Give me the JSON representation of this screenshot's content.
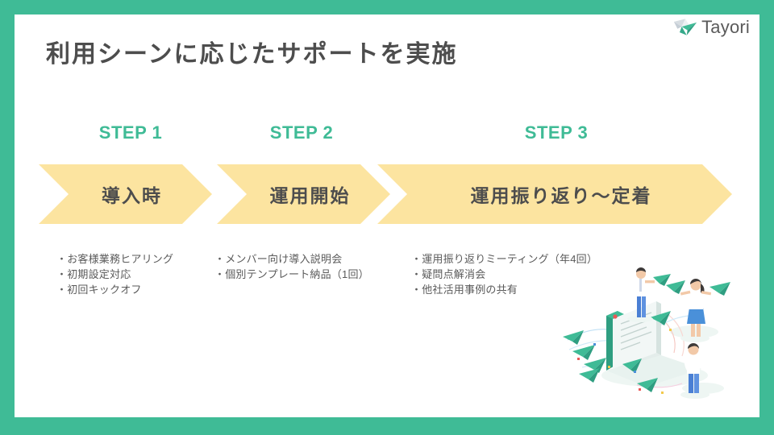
{
  "slide": {
    "border_color": "#3fbb96",
    "background_color": "#ffffff",
    "title": "利用シーンに応じたサポートを実施"
  },
  "logo": {
    "wordmark": "Tayori",
    "icon": "paper-plane-icon",
    "icon_colors": [
      "#d7dde2",
      "#3fbb96",
      "#2f9e81"
    ],
    "text_color": "#5a5a5a"
  },
  "steps": [
    {
      "label": "STEP 1",
      "banner": "導入時",
      "bullets": [
        "・お客様業務ヒアリング",
        "・初期設定対応",
        "・初回キックオフ"
      ]
    },
    {
      "label": "STEP 2",
      "banner": "運用開始",
      "bullets": [
        "・メンバー向け導入説明会",
        "・個別テンプレート納品（1回）"
      ]
    },
    {
      "label": "STEP 3",
      "banner": "運用振り返り〜定着",
      "bullets": [
        "・運用振り返りミーティング（年4回）",
        "・疑問点解消会",
        "・他社活用事例の共有"
      ]
    }
  ],
  "colors": {
    "accent_teal": "#3fbb96",
    "banner_yellow": "#fce4a0",
    "text_dark": "#4d4d4d",
    "text_body": "#5a5a5a"
  },
  "illustration": {
    "name": "isometric-people-paper-planes-document",
    "palette": [
      "#3fbb96",
      "#2f9e81",
      "#4a90d9",
      "#e8f4f1",
      "#f2c94c",
      "#eb5757"
    ]
  }
}
